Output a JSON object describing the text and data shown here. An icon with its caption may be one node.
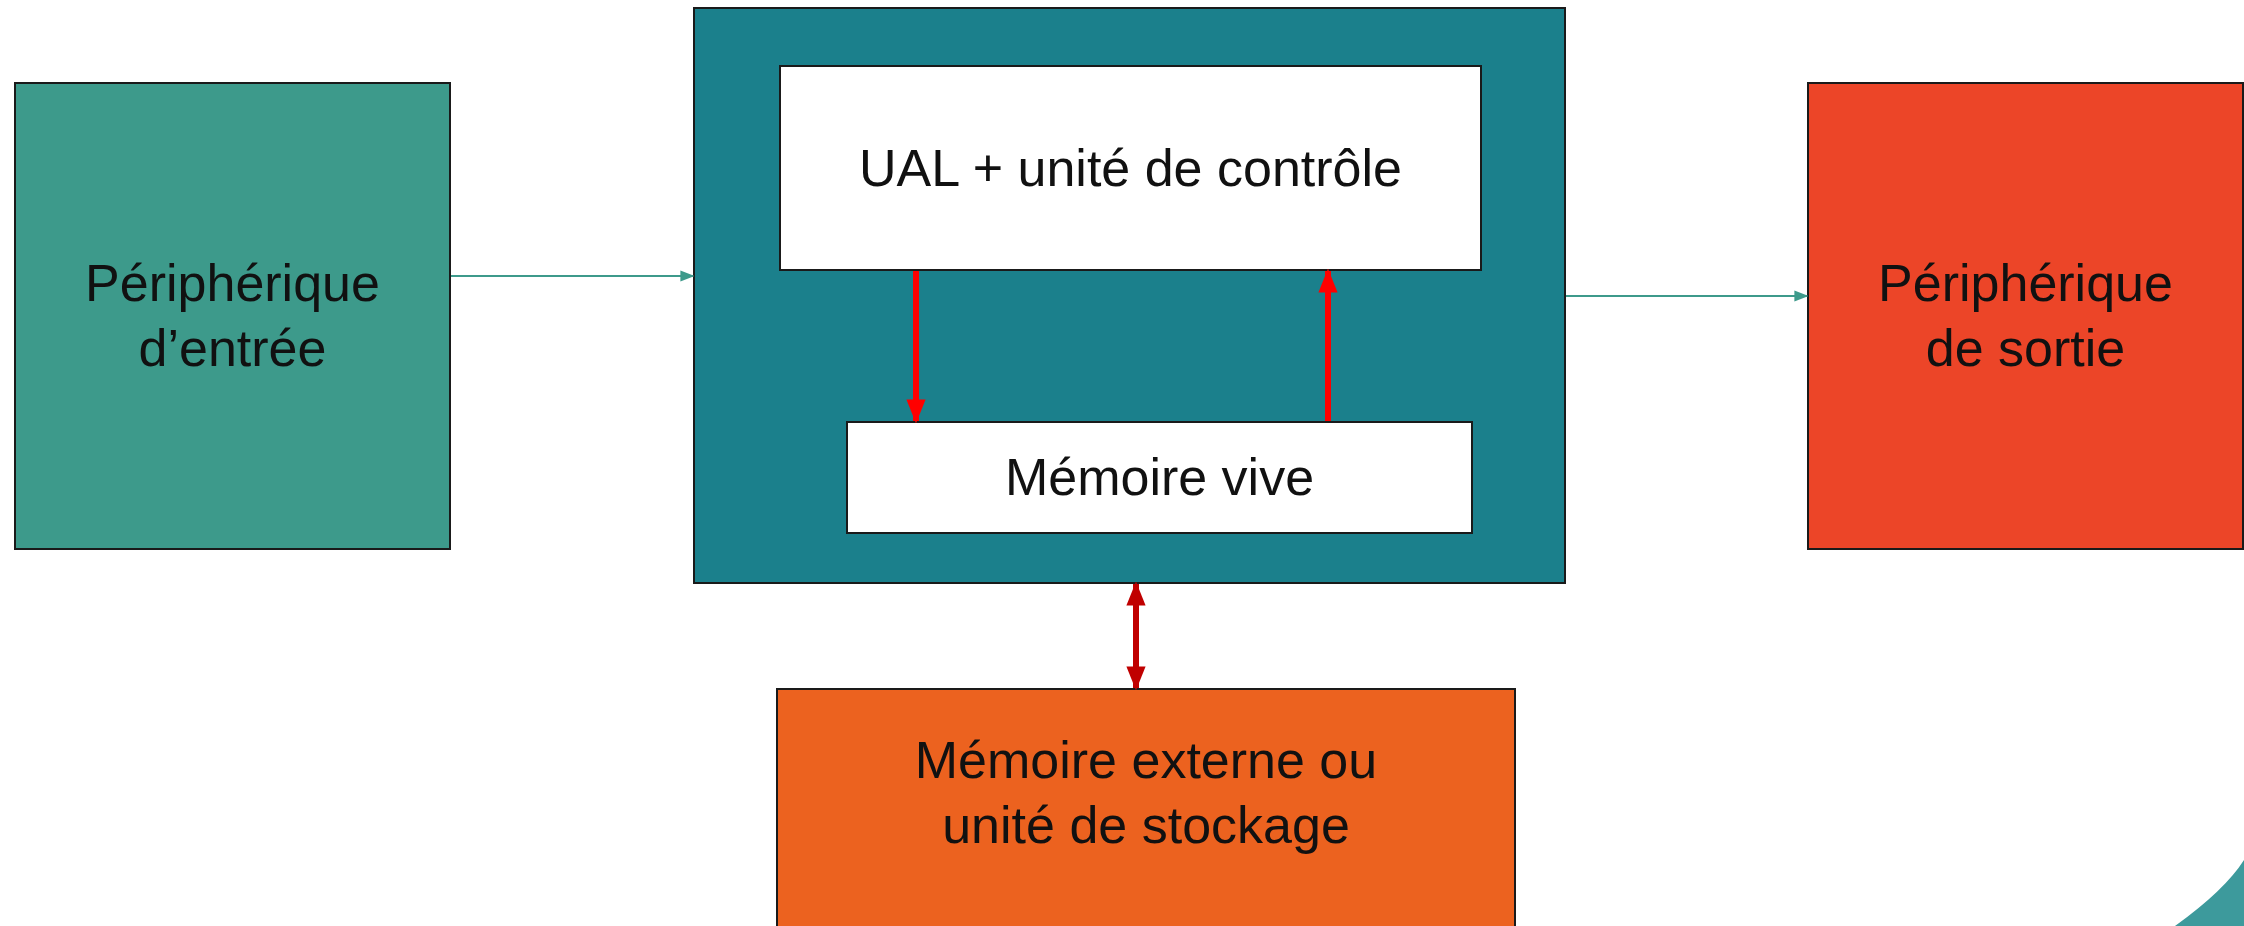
{
  "diagram": {
    "nodes": [
      {
        "text": [
          "Périphérique d’entrée"
        ]
      },
      {
        "text": [],
        "shape": "box"
      },
      {
        "text": [
          "UAL + unité de contrôle"
        ],
        "in": 1
      },
      {
        "text": [
          "Mémoire vive"
        ],
        "in": 1
      },
      {
        "text": [
          "Périphérique de sortie"
        ]
      },
      {
        "text": [
          "Mémoire externe ou unité de stockage"
        ]
      }
    ],
    "edges": [
      {
        "from": 0,
        "to": 1,
        "arrow": "to",
        "color": "#3d9a8b"
      },
      {
        "from": 2,
        "to": 3,
        "arrow": "to",
        "color": "#ff0000"
      },
      {
        "from": 3,
        "to": 2,
        "arrow": "to",
        "color": "#ff0000"
      },
      {
        "from": 1,
        "to": 4,
        "arrow": "to",
        "color": "#3d9a8b"
      },
      {
        "from": 1,
        "to": 5,
        "arrow": "both",
        "color": "#c00000"
      }
    ]
  }
}
